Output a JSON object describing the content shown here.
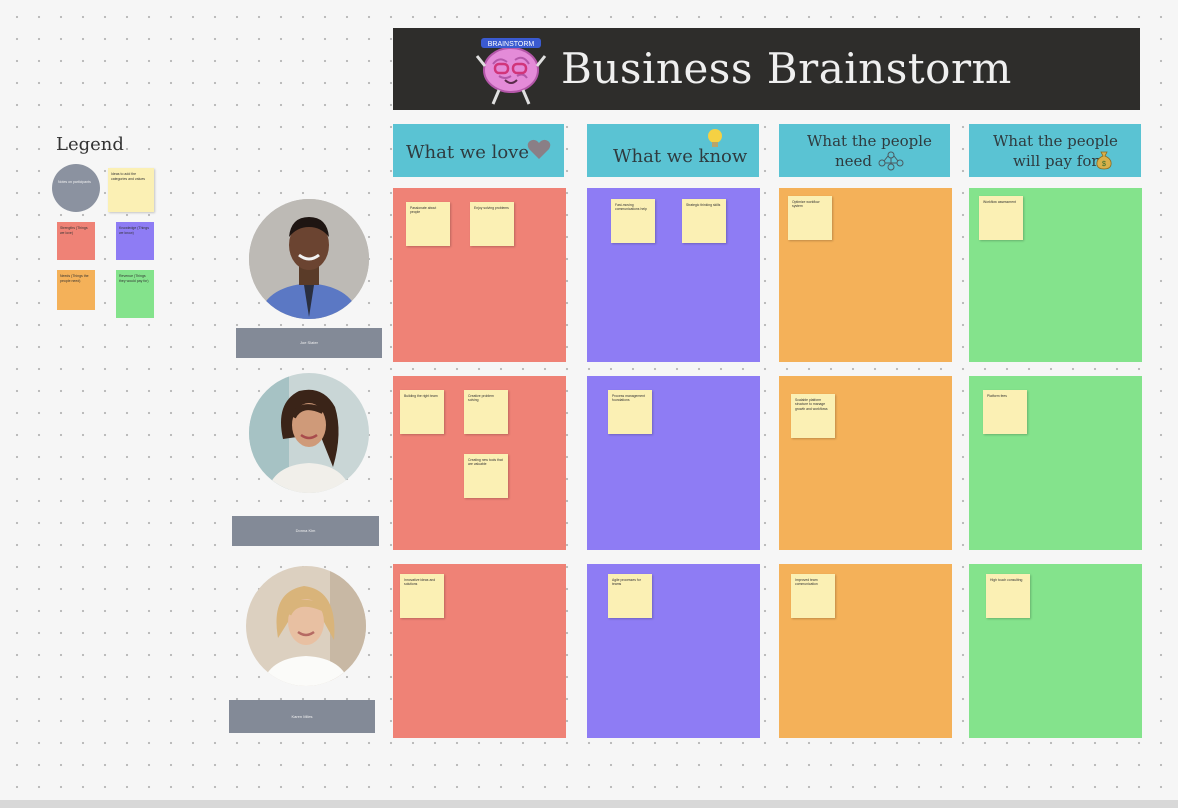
{
  "banner": {
    "title": "Business Brainstorm",
    "mascot_label": "BRAINSTORM"
  },
  "legend": {
    "title": "Legend",
    "items": [
      {
        "text": "Notes on participants"
      },
      {
        "text": "Ideas to add the categories and values"
      },
      {
        "text": "Strengths (Things we love)"
      },
      {
        "text": "Knowledge (Things we know)"
      },
      {
        "text": "Needs (Things the people need)"
      },
      {
        "text": "Revenue (Things they would pay for)"
      }
    ]
  },
  "columns": [
    {
      "label": "What we love",
      "icon": "heart-icon"
    },
    {
      "label": "What we know",
      "icon": "lightbulb-icon"
    },
    {
      "label_line1": "What the people",
      "label_line2": "need",
      "icon": "network-icon"
    },
    {
      "label_line1": "What the people",
      "label_line2": "will pay for",
      "icon": "money-bag-icon"
    }
  ],
  "people": [
    {
      "name": "Joe Slater"
    },
    {
      "name": "Donna Kim"
    },
    {
      "name": "Karen Miles"
    }
  ],
  "notes": {
    "r1": {
      "love": [
        "Passionate about people",
        "Enjoy solving problems"
      ],
      "know": [
        "Fast-moving communications help",
        "Strategic thinking skills"
      ],
      "need": [
        "Optimize workflow system"
      ],
      "pay": [
        "Workflow assessment"
      ]
    },
    "r2": {
      "love": [
        "Building the right team",
        "Creative problem solving",
        "Creating new tools that are valuable"
      ],
      "know": [
        "Process management foundations"
      ],
      "need": [
        "Scalable platform structure to manage growth and workflows"
      ],
      "pay": [
        "Platform fees"
      ]
    },
    "r3": {
      "love": [
        "Innovative ideas and solutions"
      ],
      "know": [
        "Agile processes for teams"
      ],
      "need": [
        "Improved team communication"
      ],
      "pay": [
        "High touch consulting"
      ]
    }
  },
  "colors": {
    "banner": "#2e2d2b",
    "header": "#5ac3d3",
    "love": "#ef8276",
    "know": "#8e7cf4",
    "need": "#f4b159",
    "pay": "#84e38c",
    "note": "#fbf0b4"
  }
}
